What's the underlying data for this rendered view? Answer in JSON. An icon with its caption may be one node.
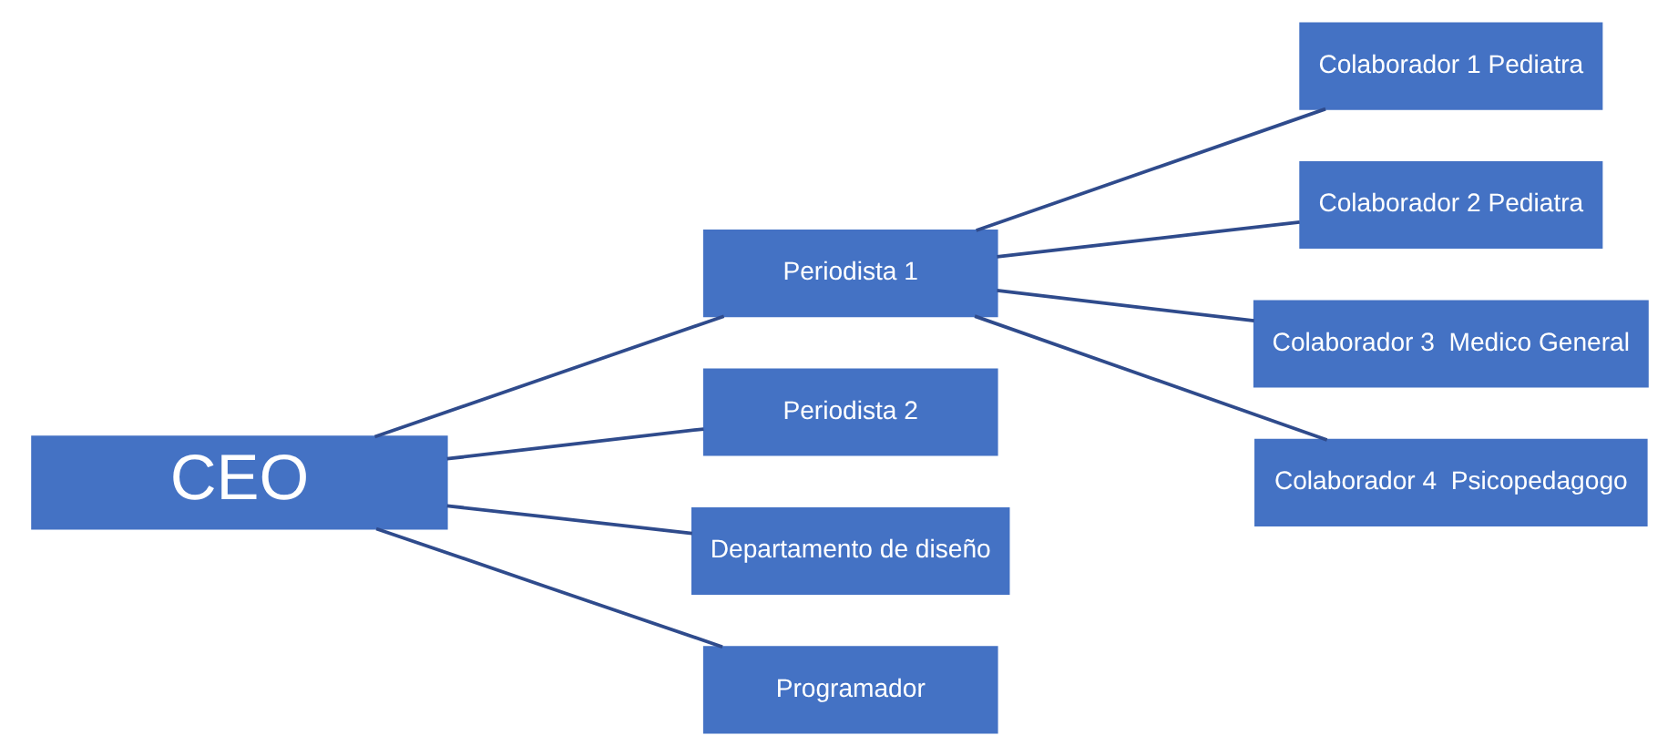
{
  "diagram": {
    "nodes": [
      {
        "text": [
          "CEO"
        ]
      },
      {
        "text": [
          "Periodista 1"
        ]
      },
      {
        "text": [
          "Periodista 2"
        ]
      },
      {
        "text": [
          "Departamento de diseño"
        ]
      },
      {
        "text": [
          "Programador"
        ]
      },
      {
        "text": [
          "Colaborador 1 Pediatra"
        ]
      },
      {
        "text": [
          "Colaborador 2 Pediatra"
        ]
      },
      {
        "text": [
          "Colaborador 3  Medico General"
        ]
      },
      {
        "text": [
          "Colaborador 4  Psicopedagogo"
        ]
      }
    ],
    "edges": [
      {
        "from": 0,
        "to": 1,
        "arrow": "none"
      },
      {
        "from": 0,
        "to": 2,
        "arrow": "none"
      },
      {
        "from": 0,
        "to": 3,
        "arrow": "none"
      },
      {
        "from": 0,
        "to": 4,
        "arrow": "none"
      },
      {
        "from": 1,
        "to": 5,
        "arrow": "none"
      },
      {
        "from": 1,
        "to": 6,
        "arrow": "none"
      },
      {
        "from": 1,
        "to": 7,
        "arrow": "none"
      },
      {
        "from": 1,
        "to": 8,
        "arrow": "none"
      }
    ]
  }
}
